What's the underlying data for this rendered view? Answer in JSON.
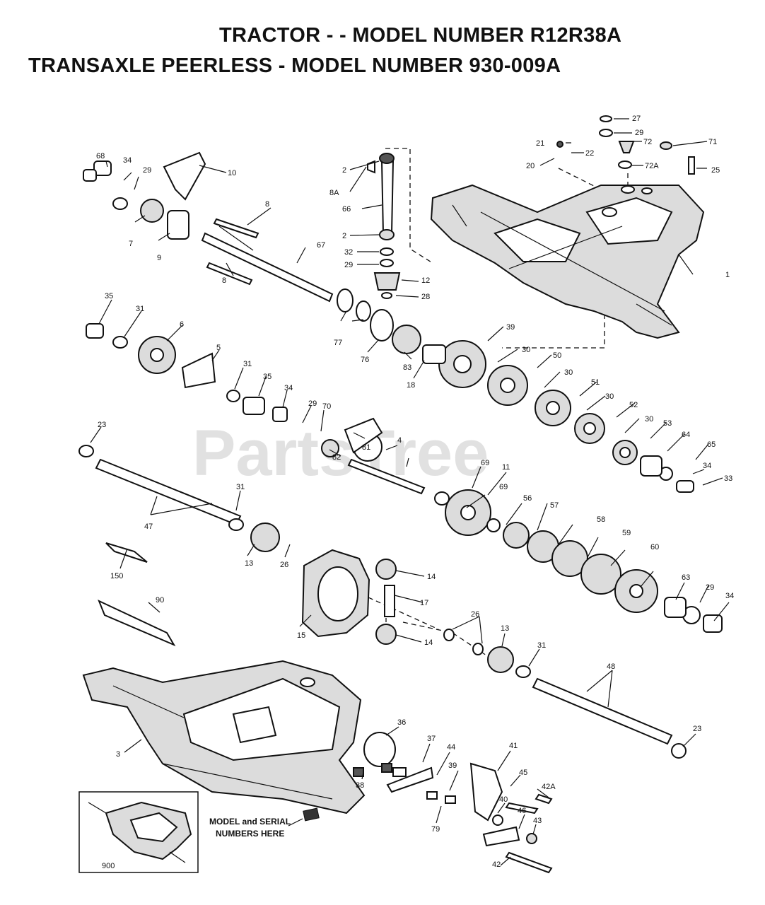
{
  "header": {
    "title_line1": "TRACTOR - - MODEL NUMBER R12R38A",
    "title_line2": "TRANSAXLE PEERLESS - MODEL NUMBER 930-009A"
  },
  "watermark": "PartsTree",
  "model_note": {
    "line1": "MODEL and SERIAL",
    "line2": "NUMBERS HERE"
  },
  "part_labels": [
    "27",
    "29",
    "21",
    "22",
    "72",
    "71",
    "20",
    "72A",
    "25",
    "68",
    "34",
    "29",
    "10",
    "2",
    "8A",
    "66",
    "2",
    "32",
    "29",
    "12",
    "28",
    "8",
    "9",
    "7",
    "67",
    "8",
    "1",
    "35",
    "31",
    "6",
    "5",
    "77",
    "76",
    "83",
    "18",
    "39",
    "30",
    "50",
    "30",
    "51",
    "30",
    "52",
    "30",
    "53",
    "64",
    "65",
    "34",
    "33",
    "31",
    "35",
    "34",
    "29",
    "70",
    "81",
    "4",
    "82",
    "23",
    "69",
    "11",
    "69",
    "56",
    "57",
    "58",
    "59",
    "60",
    "31",
    "47",
    "150",
    "13",
    "26",
    "14",
    "17",
    "15",
    "90",
    "63",
    "29",
    "34",
    "26",
    "13",
    "31",
    "14",
    "48",
    "23",
    "36",
    "37",
    "44",
    "41",
    "45",
    "42A",
    "39",
    "40",
    "46",
    "43",
    "42",
    "79",
    "38",
    "3",
    "900"
  ]
}
